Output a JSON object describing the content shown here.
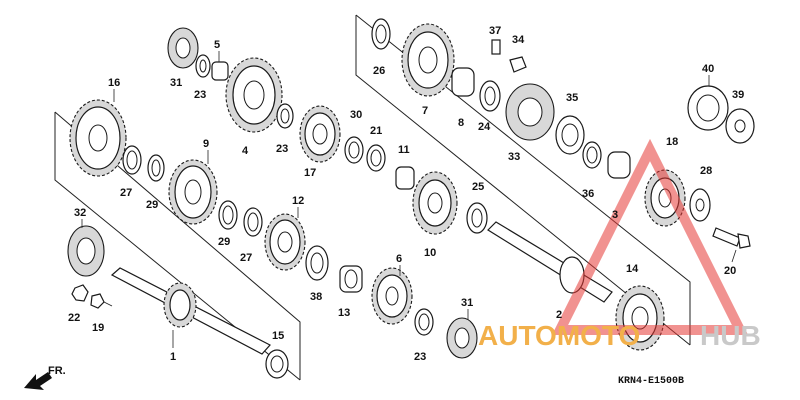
{
  "diagram": {
    "drawing_code": "KRN4-E1500B",
    "direction_label": "FR.",
    "watermark": {
      "text_a": "AUTOMOTO",
      "text_b": "HUB",
      "accent": "#f2b04a",
      "gray": "#c9c9c9",
      "triangle_color": "#e53935"
    },
    "callouts": [
      {
        "id": "c1",
        "label": "1"
      },
      {
        "id": "c2",
        "label": "2"
      },
      {
        "id": "c3",
        "label": "3"
      },
      {
        "id": "c4",
        "label": "4"
      },
      {
        "id": "c5",
        "label": "5"
      },
      {
        "id": "c6",
        "label": "6"
      },
      {
        "id": "c7",
        "label": "7"
      },
      {
        "id": "c8",
        "label": "8"
      },
      {
        "id": "c9",
        "label": "9"
      },
      {
        "id": "c10",
        "label": "10"
      },
      {
        "id": "c11",
        "label": "11"
      },
      {
        "id": "c12",
        "label": "12"
      },
      {
        "id": "c13",
        "label": "13"
      },
      {
        "id": "c14",
        "label": "14"
      },
      {
        "id": "c15",
        "label": "15"
      },
      {
        "id": "c16",
        "label": "16"
      },
      {
        "id": "c17",
        "label": "17"
      },
      {
        "id": "c18",
        "label": "18"
      },
      {
        "id": "c19",
        "label": "19"
      },
      {
        "id": "c20",
        "label": "20"
      },
      {
        "id": "c21",
        "label": "21"
      },
      {
        "id": "c22",
        "label": "22"
      },
      {
        "id": "c23a",
        "label": "23"
      },
      {
        "id": "c23b",
        "label": "23"
      },
      {
        "id": "c23c",
        "label": "23"
      },
      {
        "id": "c24",
        "label": "24"
      },
      {
        "id": "c25",
        "label": "25"
      },
      {
        "id": "c26",
        "label": "26"
      },
      {
        "id": "c27a",
        "label": "27"
      },
      {
        "id": "c27b",
        "label": "27"
      },
      {
        "id": "c28",
        "label": "28"
      },
      {
        "id": "c29a",
        "label": "29"
      },
      {
        "id": "c29b",
        "label": "29"
      },
      {
        "id": "c30",
        "label": "30"
      },
      {
        "id": "c31a",
        "label": "31"
      },
      {
        "id": "c31b",
        "label": "31"
      },
      {
        "id": "c32",
        "label": "32"
      },
      {
        "id": "c33",
        "label": "33"
      },
      {
        "id": "c34",
        "label": "34"
      },
      {
        "id": "c35",
        "label": "35"
      },
      {
        "id": "c36",
        "label": "36"
      },
      {
        "id": "c37",
        "label": "37"
      },
      {
        "id": "c38",
        "label": "38"
      },
      {
        "id": "c39",
        "label": "39"
      },
      {
        "id": "c40",
        "label": "40"
      }
    ]
  }
}
